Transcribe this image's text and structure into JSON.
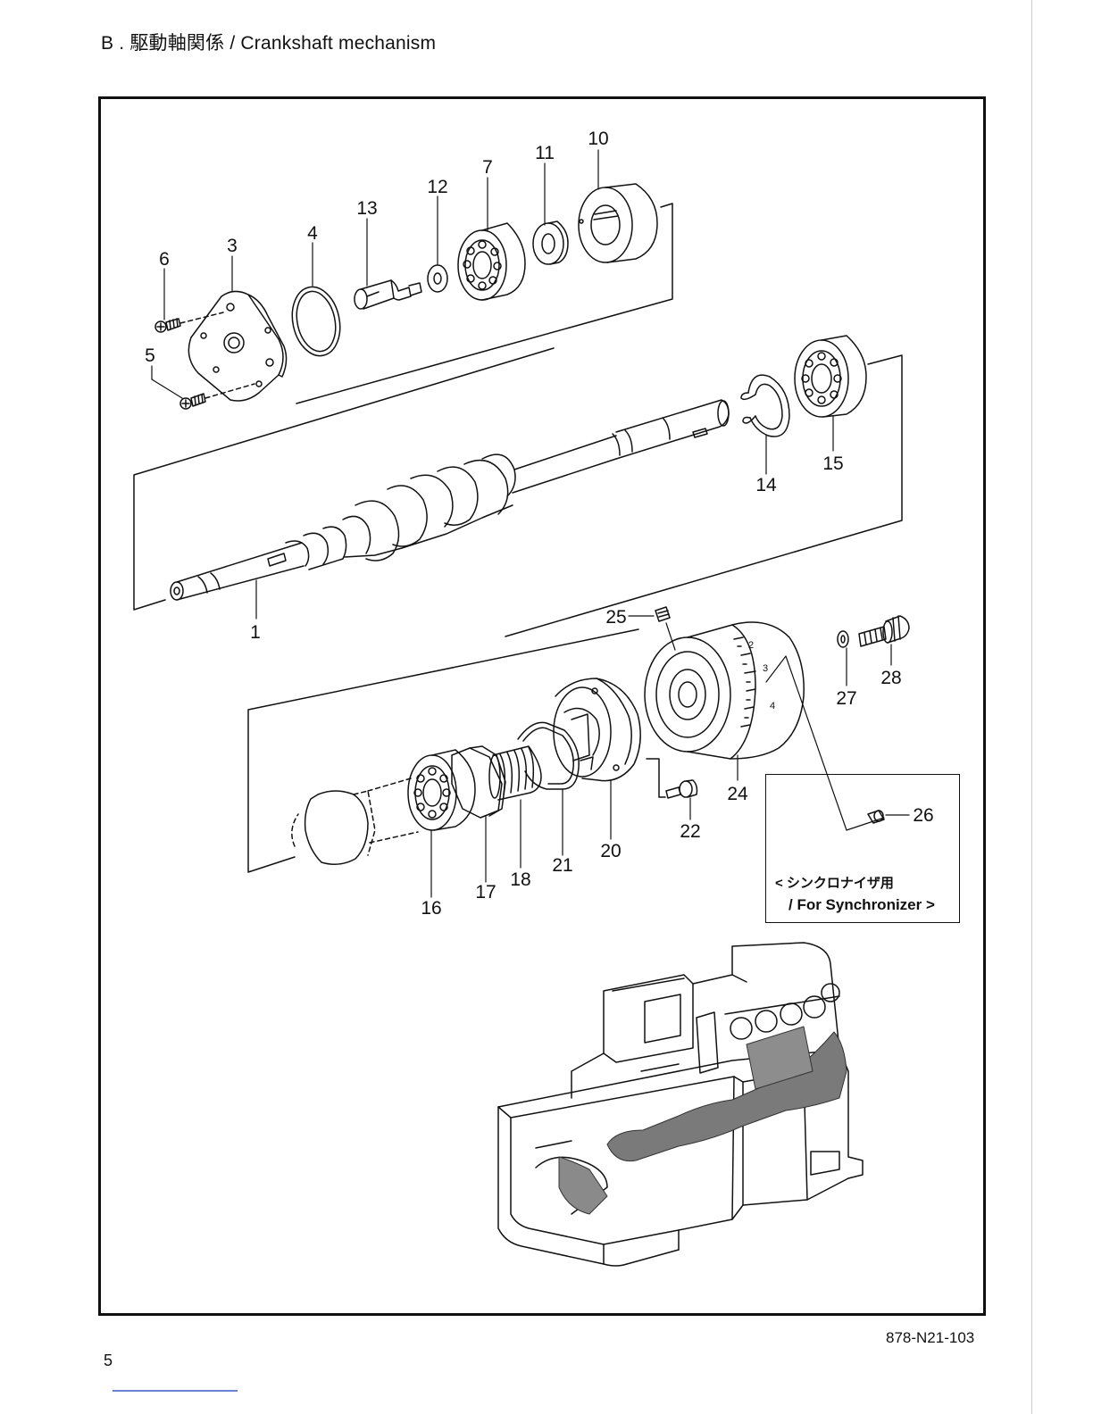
{
  "header": {
    "title_prefix": "B . ",
    "title_jp": "駆動軸関係",
    "title_sep": " / ",
    "title_en": "Crankshaft mechanism"
  },
  "callouts": {
    "p1": "1",
    "p3": "3",
    "p4": "4",
    "p5": "5",
    "p6": "6",
    "p7": "7",
    "p10": "10",
    "p11": "11",
    "p12": "12",
    "p13": "13",
    "p14": "14",
    "p15": "15",
    "p16": "16",
    "p17": "17",
    "p18": "18",
    "p20": "20",
    "p21": "21",
    "p22": "22",
    "p24": "24",
    "p25": "25",
    "p26": "26",
    "p27": "27",
    "p28": "28"
  },
  "inset": {
    "label_jp": "< シンクロナイザ用",
    "label_en": "/ For Synchronizer >"
  },
  "pulley_scale": {
    "m2": "2",
    "m3": "3",
    "m4": "4"
  },
  "footer": {
    "doc_code": "878-N21-103",
    "page_number": "5"
  }
}
